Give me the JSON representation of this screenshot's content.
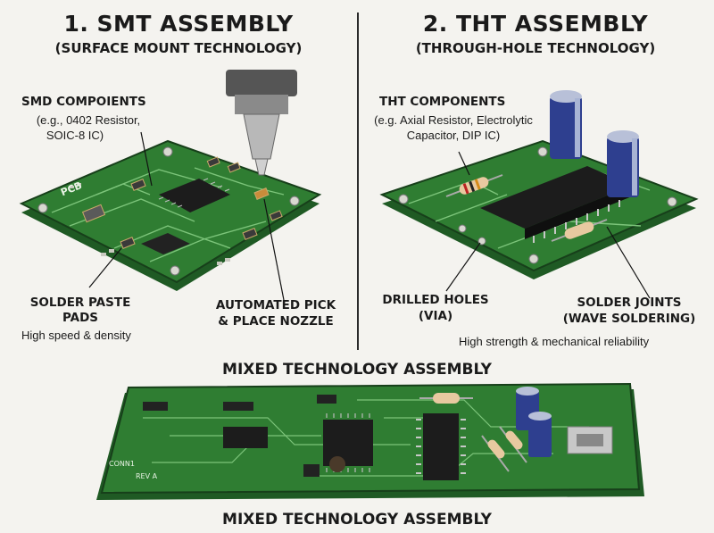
{
  "smt": {
    "title": "1. SMT ASSEMBLY",
    "subtitle": "(SURFACE MOUNT TECHNOLOGY)",
    "components_label": "SMD COMPOIENTS",
    "components_example_1": "(e.g., 0402 Resistor,",
    "components_example_2": "SOIC-8 IC)",
    "pcb_label": "PCB",
    "paste_label_1": "SOLDER PASTE",
    "paste_label_2": "PADS",
    "paste_note": "High speed & density",
    "nozzle_label_1": "AUTOMATED PICK",
    "nozzle_label_2": "& PLACE NOZZLE"
  },
  "tht": {
    "title": "2. THT ASSEMBLY",
    "subtitle": "(THROUGH-HOLE TECHNOLOGY)",
    "components_label": "THT COMPONENTS",
    "components_example_1": "(e.g. Axial Resistor, Electrolytic",
    "components_example_2": "Capacitor, DIP IC)",
    "holes_label_1": "DRILLED HOLES",
    "holes_label_2": "(VIA)",
    "joints_label_1": "SOLDER JOINTS",
    "joints_label_2": "(WAVE SOLDERING)",
    "joints_note": "High strength & mechanical reliability"
  },
  "mixed": {
    "title_top": "MIXED TECHNOLOGY ASSEMBLY",
    "title_bottom": "MIXED TECHNOLOGY ASSEMBLY",
    "board_text_1": "CONN1",
    "board_text_2": "REV A"
  },
  "colors": {
    "pcb_green": "#2f7d32",
    "pcb_dark": "#1f5a24",
    "trace": "#7cc47a",
    "ic_body": "#1c1c1c",
    "cap_blue": "#2e3f8f",
    "background": "#f4f3ef"
  }
}
